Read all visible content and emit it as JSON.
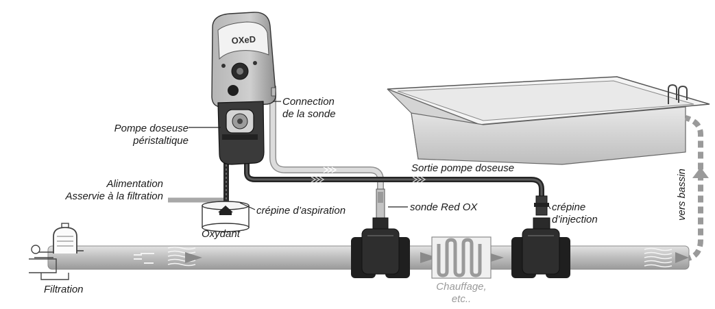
{
  "labels": {
    "pompe_doseuse": [
      "Pompe doseuse",
      "péristaltique"
    ],
    "connection": [
      "Connection",
      "de la sonde"
    ],
    "sortie_pompe": "Sortie pompe doseuse",
    "alimentation": [
      "Alimentation",
      "Asservie à la filtration"
    ],
    "crepine_aspiration": "crépine d’aspiration",
    "sonde_red_ox": "sonde Red OX",
    "crepine_injection": [
      "crépine",
      "d’injection"
    ],
    "oxydant": "Oxydant",
    "vers_bassin": "vers bassin",
    "filtration": "Filtration",
    "chauffage": [
      "Chauffage,",
      "etc.."
    ]
  },
  "device": {
    "logo_text": "OXeD"
  },
  "icons": [
    "filter-icon",
    "pump-device-icon",
    "pool-icon",
    "valve-icon",
    "heat-exchanger-icon",
    "tank-icon"
  ],
  "colors": {
    "main_pipe": "#c9c9c9",
    "dose_tube": "#2e2e2e",
    "sensor_cable": "#d8d8d8",
    "valve": "#1f1f1f"
  }
}
